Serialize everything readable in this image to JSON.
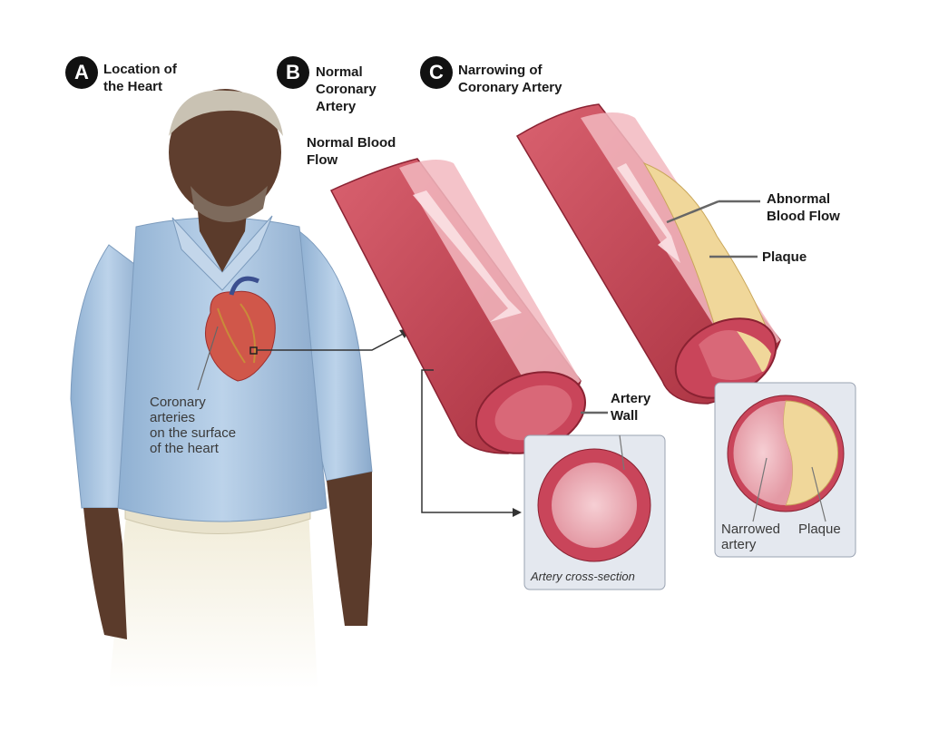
{
  "panels": {
    "a": {
      "badge": "A",
      "title": "Location of\nthe Heart"
    },
    "b": {
      "badge": "B",
      "title": "Normal\nCoronary\nArtery"
    },
    "c": {
      "badge": "C",
      "title": "Narrowing of\nCoronary Artery"
    }
  },
  "labels": {
    "coronary_arteries": "Coronary\narteries\non the surface\nof the heart",
    "normal_blood_flow": "Normal Blood\nFlow",
    "artery_wall": "Artery\nWall",
    "artery_cross_section": "Artery cross-section",
    "abnormal_blood_flow": "Abnormal\nBlood Flow",
    "plaque": "Plaque",
    "narrowed_artery": "Narrowed\nartery",
    "plaque_inset": "Plaque"
  },
  "colors": {
    "shirt": "#a9c4df",
    "skin": "#5a3a2a",
    "artery": "#c9455a",
    "artery_inner": "#f2b9c0",
    "plaque": "#f0d79a",
    "inset_bg": "#e4e8ef"
  }
}
